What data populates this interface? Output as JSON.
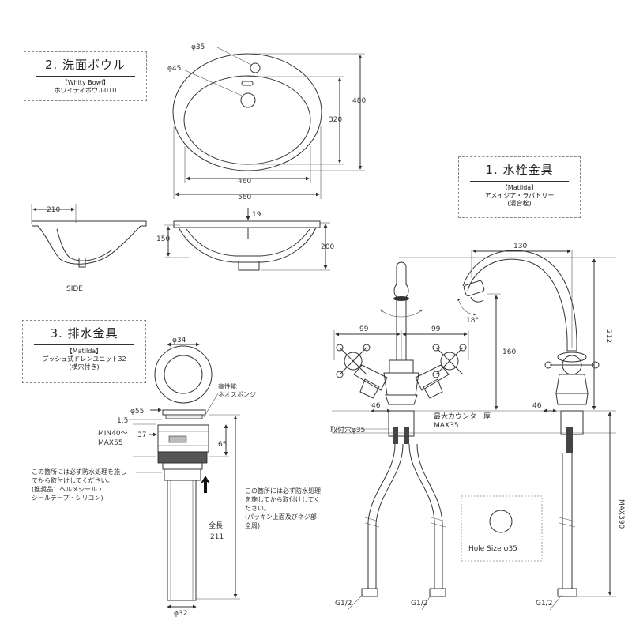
{
  "boxes": {
    "bowl": {
      "title": "2. 洗面ボウル",
      "sub1": "【Whity Bowl】",
      "sub2": "ホワイティボウル010"
    },
    "faucet": {
      "title": "1. 水栓金具",
      "sub1": "【Matilda】",
      "sub2": "アメイジア・ラバトリー",
      "sub3": "(混合栓)"
    },
    "drain": {
      "title": "3. 排水金具",
      "sub1": "【Matilda】",
      "sub2": "プッシュ式ドレンユニット32",
      "sub3": "(横穴付き)"
    }
  },
  "bowl_dims": {
    "d35": "φ35",
    "d45": "φ45",
    "w460": "460",
    "w560": "560",
    "h320": "320",
    "h480": "480",
    "side_210": "210",
    "side_label": "SIDE",
    "h19": "19",
    "h150": "150",
    "h200": "200"
  },
  "faucet_dims": {
    "w130": "130",
    "w99a": "99",
    "w99b": "99",
    "h212": "212",
    "h160": "160",
    "deg18": "18°",
    "w46a": "46",
    "w46b": "46",
    "counter1": "最大カウンター厚",
    "counter2": "MAX35",
    "hole": "取付穴φ35",
    "max390": "MAX390",
    "hole_size": "Hole Size  φ35",
    "g1": "G1/2",
    "g2": "G1/2",
    "g3": "G1/2"
  },
  "drain_dims": {
    "d34": "φ34",
    "d55": "φ55",
    "t15": "1.5",
    "sponge1": "高性能",
    "sponge2": "ネオスポンジ",
    "min40": "MIN40～",
    "max55": "MAX55",
    "n37": "37",
    "n65": "65",
    "total1": "全長",
    "total2": "211",
    "d32": "φ32",
    "left_note": [
      "この箇所には必ず防水処理を施し",
      "てから取付けしてください。",
      "(推奨品：ヘルメシール・",
      "シールテープ・シリコン)"
    ],
    "right_note": [
      "この箇所には必ず防水処理",
      "を施してから取付けしてく",
      "ださい。",
      "(パッキン上面及びネジ部",
      "全周)"
    ]
  }
}
